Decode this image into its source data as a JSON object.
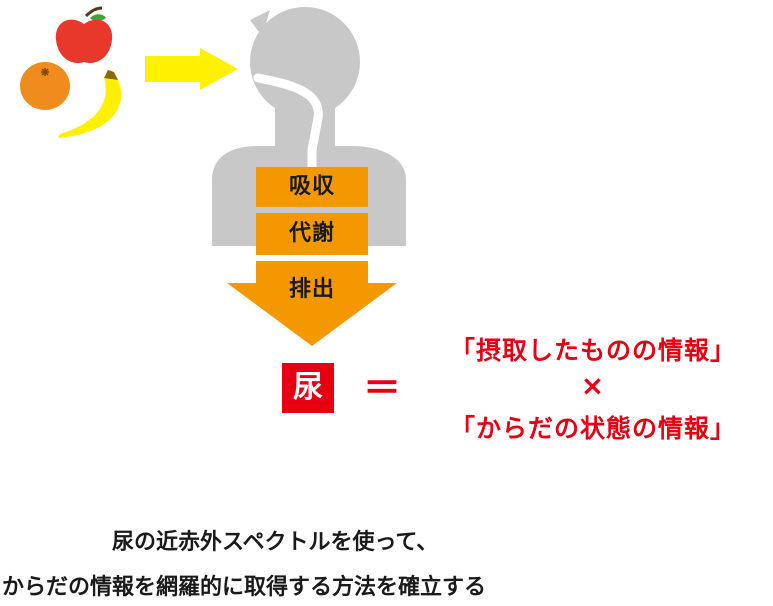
{
  "stages": [
    "吸収",
    "代謝",
    "排出"
  ],
  "urine_label": "尿",
  "equals_sign": "＝",
  "formula": {
    "line1": "「摂取したものの情報」",
    "operator": "×",
    "line2": "「からだの状態の情報」"
  },
  "caption": {
    "line1": "尿の近赤外スペクトルを使って、",
    "line2": "からだの情報を網羅的に取得する方法を確立する"
  },
  "icons": [
    "apple-icon",
    "orange-icon",
    "banana-icon",
    "right-arrow-icon",
    "human-silhouette-icon",
    "down-arrow-icon"
  ],
  "colors": {
    "silhouette": "#c8c8c8",
    "stage_orange": "#f39800",
    "accent_red": "#e60012",
    "arrow_yellow": "#fff100",
    "apple": "#e8382c",
    "orange_fruit": "#f08c1e",
    "banana": "#fff000"
  }
}
